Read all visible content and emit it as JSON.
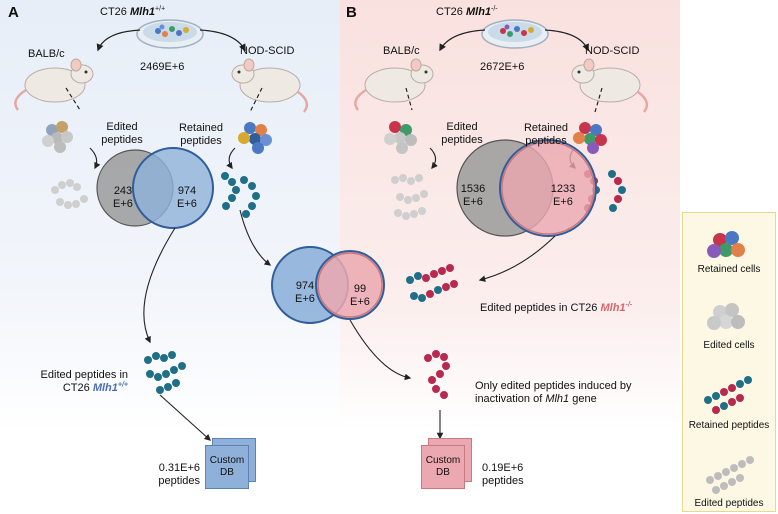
{
  "panel_a": {
    "letter": "A",
    "cell_line": "CT26",
    "gene": "Mlh1",
    "genotype": "+/+",
    "mouse_left": "BALB/c",
    "mouse_right": "NOD-SCID",
    "total_peptides": "2469E+6",
    "edited_label_1": "Edited",
    "edited_label_2": "peptides",
    "retained_label_1": "Retained",
    "retained_label_2": "peptides",
    "venn_left_1": "243",
    "venn_left_2": "E+6",
    "venn_right_1": "974",
    "venn_right_2": "E+6",
    "result_label_1": "Edited peptides in",
    "result_label_2": "CT26",
    "db_count_1": "0.31E+6",
    "db_count_2": "peptides",
    "db_label_1": "Custom",
    "db_label_2": "DB"
  },
  "panel_b": {
    "letter": "B",
    "cell_line": "CT26",
    "gene": "Mlh1",
    "genotype": "-/-",
    "mouse_left": "BALB/c",
    "mouse_right": "NOD-SCID",
    "total_peptides": "2672E+6",
    "edited_label_1": "Edited",
    "edited_label_2": "peptides",
    "retained_label_1": "Retained",
    "retained_label_2": "peptides",
    "venn_left_1": "1536",
    "venn_left_2": "E+6",
    "venn_right_1": "1233",
    "venn_right_2": "E+6",
    "result_label_pre": "Edited peptides in CT26",
    "db_count_1": "0.19E+6",
    "db_count_2": "peptides",
    "db_label_1": "Custom",
    "db_label_2": "DB"
  },
  "middle": {
    "venn_left_1": "974",
    "venn_left_2": "E+6",
    "venn_right_1": "99",
    "venn_right_2": "E+6",
    "only_edited_1": "Only edited peptides induced by",
    "only_edited_2_pre": "inactivation of",
    "only_edited_2_gene": "Mlh1",
    "only_edited_2_post": "gene"
  },
  "legend": {
    "retained_cells": "Retained cells",
    "edited_cells": "Edited cells",
    "retained_peptides": "Retained peptides",
    "edited_peptides": "Edited peptides"
  },
  "colors": {
    "blue_circle": "#8fb1d9",
    "blue_edge": "#2f5e9a",
    "grey_circle": "#9a9a9a",
    "red_circle": "#eba8b0",
    "teal_bead": "#1f6f86",
    "crimson_bead": "#b8294f",
    "grey_bead": "#c9c9c9"
  }
}
